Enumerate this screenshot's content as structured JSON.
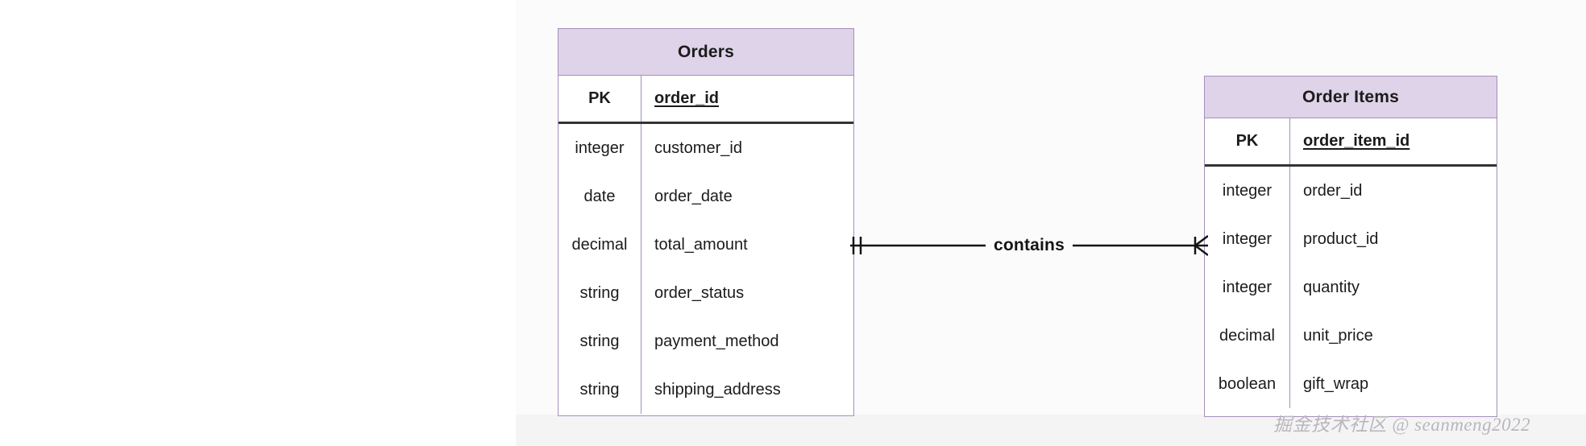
{
  "diagram": {
    "type": "entity-relationship-diagram",
    "colors": {
      "header_fill": "#ded3e8",
      "border": "#a48fbb",
      "text": "#1b1b1b",
      "separator": "#333333",
      "canvas": "#fbfbfb"
    },
    "entities": [
      {
        "id": "orders",
        "title": "Orders",
        "primary_key": {
          "key_label": "PK",
          "field": "order_id"
        },
        "attributes": [
          {
            "type": "integer",
            "name": "customer_id"
          },
          {
            "type": "date",
            "name": "order_date"
          },
          {
            "type": "decimal",
            "name": "total_amount"
          },
          {
            "type": "string",
            "name": "order_status"
          },
          {
            "type": "string",
            "name": "payment_method"
          },
          {
            "type": "string",
            "name": "shipping_address"
          }
        ]
      },
      {
        "id": "order_items",
        "title": "Order Items",
        "primary_key": {
          "key_label": "PK",
          "field": "order_item_id"
        },
        "attributes": [
          {
            "type": "integer",
            "name": "order_id"
          },
          {
            "type": "integer",
            "name": "product_id"
          },
          {
            "type": "integer",
            "name": "quantity"
          },
          {
            "type": "decimal",
            "name": "unit_price"
          },
          {
            "type": "boolean",
            "name": "gift_wrap"
          }
        ]
      }
    ],
    "relationships": [
      {
        "label": "contains",
        "from": "Orders",
        "to": "Order Items",
        "from_cardinality": "exactly-one",
        "to_cardinality": "zero-or-many",
        "notation": "crows-foot"
      }
    ],
    "watermark": "掘金技术社区 @ seanmeng2022"
  }
}
